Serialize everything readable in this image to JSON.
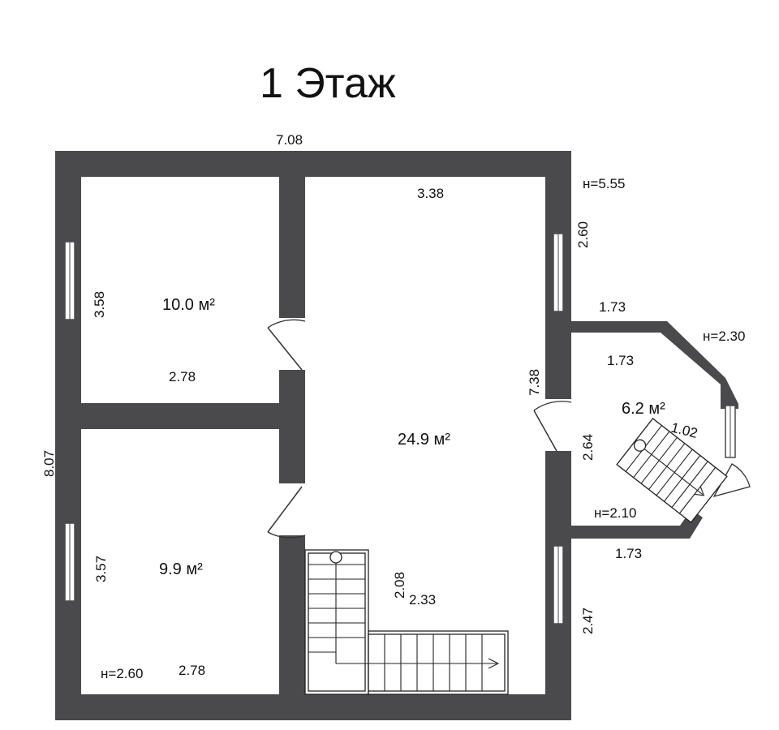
{
  "title": "1 Этаж",
  "rooms": [
    {
      "area": "10.0 м²",
      "width": "2.78",
      "depth": "3.58"
    },
    {
      "area": "9.9 м²",
      "width": "2.78",
      "depth": "3.57",
      "height": "н=2.60"
    },
    {
      "area": "24.9 м²",
      "width": "3.38",
      "depth": "7.38",
      "stair_a": "2.08",
      "stair_b": "2.33"
    },
    {
      "area": "6.2 м²",
      "width": "1.73",
      "depth": "2.64",
      "height": "н=2.10",
      "stair": "1.02"
    }
  ],
  "outer": {
    "top": "7.08",
    "left": "8.07",
    "right_upper": "2.60",
    "right_lower": "2.47",
    "height_main": "н=5.55"
  },
  "annex": {
    "top": "1.73",
    "bottom": "1.73",
    "height_bay": "н=2.30"
  }
}
